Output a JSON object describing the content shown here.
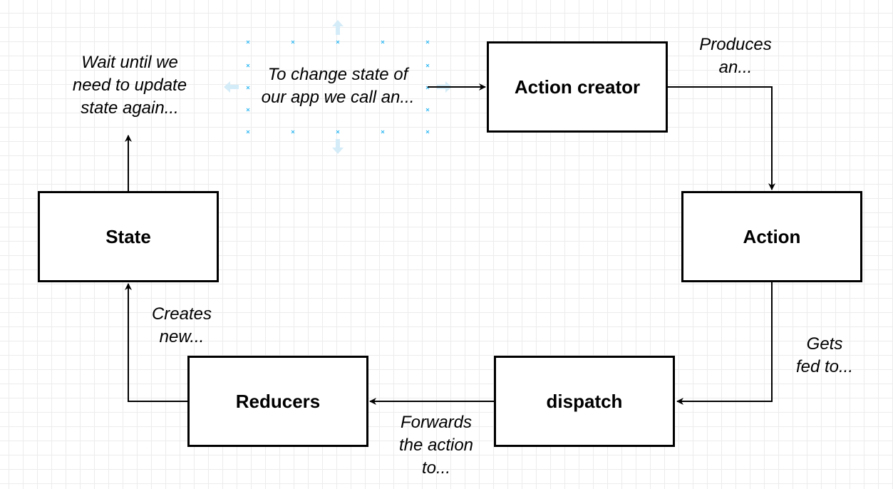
{
  "nodes": {
    "action_creator": "Action creator",
    "action": "Action",
    "dispatch": "dispatch",
    "reducers": "Reducers",
    "state": "State"
  },
  "labels": {
    "produces": "Produces\nan...",
    "gets_fed": "Gets\nfed to...",
    "forwards": "Forwards\nthe action\nto...",
    "creates": "Creates\nnew...",
    "wait": "Wait until we\nneed to update\nstate again...",
    "to_change": "To change state of\nour app we call an..."
  },
  "colors": {
    "stroke": "#000000",
    "selection_handle": "#29b6f2",
    "grid": "#ececec"
  }
}
